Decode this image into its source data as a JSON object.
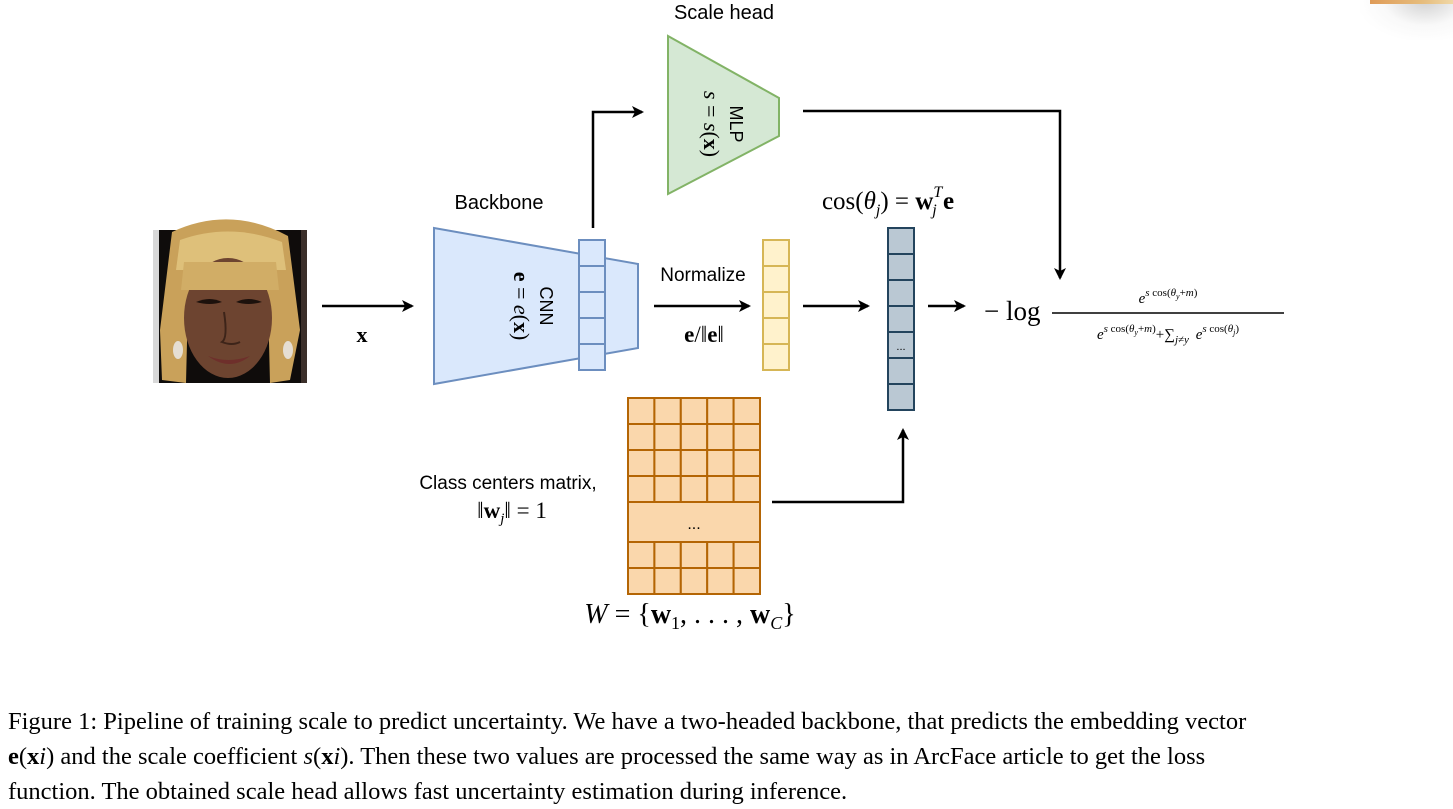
{
  "labels": {
    "scale_head": "Scale head",
    "backbone": "Backbone",
    "normalize": "Normalize",
    "class_centers_line1": "Class centers matrix,",
    "input_var": "x",
    "cnn_name": "CNN",
    "mlp_name": "MLP",
    "ellipsis": "..."
  },
  "math": {
    "cnn_eq": "e = e(x)",
    "mlp_eq": "s = s(x)",
    "norm_eq": "e/‖e‖",
    "cos_eq": "cos(θ_j) = w_j^T e",
    "wnorm_eq": "‖w_j‖ = 1",
    "W_eq": "W = {w_1, …, w_C}",
    "loss_eq": "−log e^{s cos(θ_y+m)} / (e^{s cos(θ_y+m)} + ∑_{j≠y} e^{s cos(θ_j)})"
  },
  "caption": {
    "line1": "Figure 1: Pipeline of training scale to predict uncertainty. We have a two-headed backbone, that predicts the embedding vector",
    "line2": "e(x_i) and the scale coefficient s(x_i). Then these two values are processed the same way as in ArcFace article to get the loss",
    "line3": "function. The obtained scale head allows fast uncertainty estimation during inference."
  },
  "colors": {
    "backbone_fill": "#dae8fc",
    "backbone_stroke": "#6c8ebf",
    "mlp_fill": "#d5e8d4",
    "mlp_stroke": "#82b366",
    "norm_fill": "#fff2cc",
    "norm_stroke": "#d6b656",
    "cos_fill": "#bac8d3",
    "cos_stroke": "#23445d",
    "matrix_fill": "#fad7ac",
    "matrix_stroke": "#b46504"
  }
}
